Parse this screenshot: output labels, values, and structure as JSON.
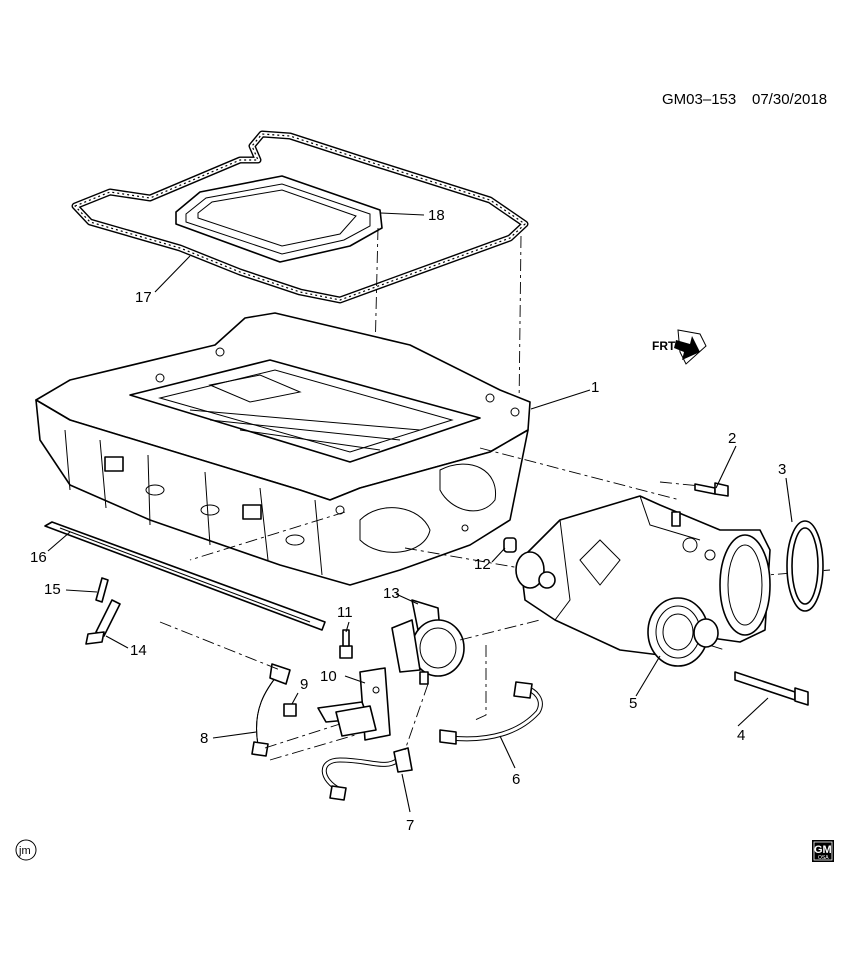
{
  "header": {
    "code": "GM03–153",
    "date": "07/30/2018"
  },
  "front_indicator": "FRT",
  "illustrator_mark": "jm",
  "logo": {
    "text": "GM",
    "subtext": "OSA"
  },
  "callouts": [
    {
      "id": "c1",
      "label": "1"
    },
    {
      "id": "c2",
      "label": "2"
    },
    {
      "id": "c3",
      "label": "3"
    },
    {
      "id": "c4",
      "label": "4"
    },
    {
      "id": "c5",
      "label": "5"
    },
    {
      "id": "c6",
      "label": "6"
    },
    {
      "id": "c7",
      "label": "7"
    },
    {
      "id": "c8",
      "label": "8"
    },
    {
      "id": "c9",
      "label": "9"
    },
    {
      "id": "c10",
      "label": "10"
    },
    {
      "id": "c11",
      "label": "11"
    },
    {
      "id": "c12",
      "label": "12"
    },
    {
      "id": "c13",
      "label": "13"
    },
    {
      "id": "c14",
      "label": "14"
    },
    {
      "id": "c15",
      "label": "15"
    },
    {
      "id": "c16",
      "label": "16"
    },
    {
      "id": "c17",
      "label": "17"
    },
    {
      "id": "c18",
      "label": "18"
    }
  ]
}
